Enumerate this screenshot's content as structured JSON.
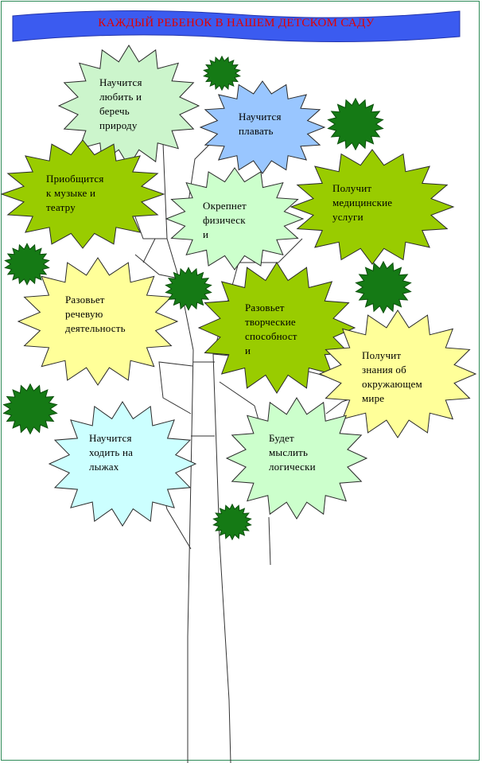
{
  "title": "КАЖДЫЙ РЕБЕНОК  В  НАШЕМ  ДЕТСКОМ  САДУ",
  "colors": {
    "banner": "#3b5bf0",
    "title_text": "#e00000",
    "frame": "#2e8b57",
    "accent_dark_green": "#157a15",
    "light_green": "#ccf5cc",
    "olive_green": "#99cc00",
    "light_blue": "#99c6ff",
    "light_yellow": "#ffff99",
    "light_cyan": "#ccffff",
    "pale_green": "#ccffcc"
  },
  "outcomes": [
    {
      "id": "nature",
      "text": "Научится\nлюбить и\nберечь\nприроду",
      "color": "#ccf5cc"
    },
    {
      "id": "swim",
      "text": "Научится\nплавать",
      "color": "#99c6ff"
    },
    {
      "id": "music",
      "text": "Приобщится\nк музыке и\nтеатру",
      "color": "#99cc00"
    },
    {
      "id": "health",
      "text": "Окрепнет\nфизическ\nи",
      "color": "#ccffcc"
    },
    {
      "id": "medical",
      "text": "Получит\nмедицинские\nуслуги",
      "color": "#99cc00"
    },
    {
      "id": "speech",
      "text": "Разовьет\nречевую\nдеятельность",
      "color": "#ffff99"
    },
    {
      "id": "creative",
      "text": "Разовьет\nтворческие\nспособност\nи",
      "color": "#99cc00"
    },
    {
      "id": "world",
      "text": "Получит\nзнания об\nокружающем\nмире",
      "color": "#ffff99"
    },
    {
      "id": "ski",
      "text": "Научится\nходить на\nлыжах",
      "color": "#ccffff"
    },
    {
      "id": "logic",
      "text": "Будет\nмыслить\nлогически",
      "color": "#ccffcc"
    }
  ]
}
